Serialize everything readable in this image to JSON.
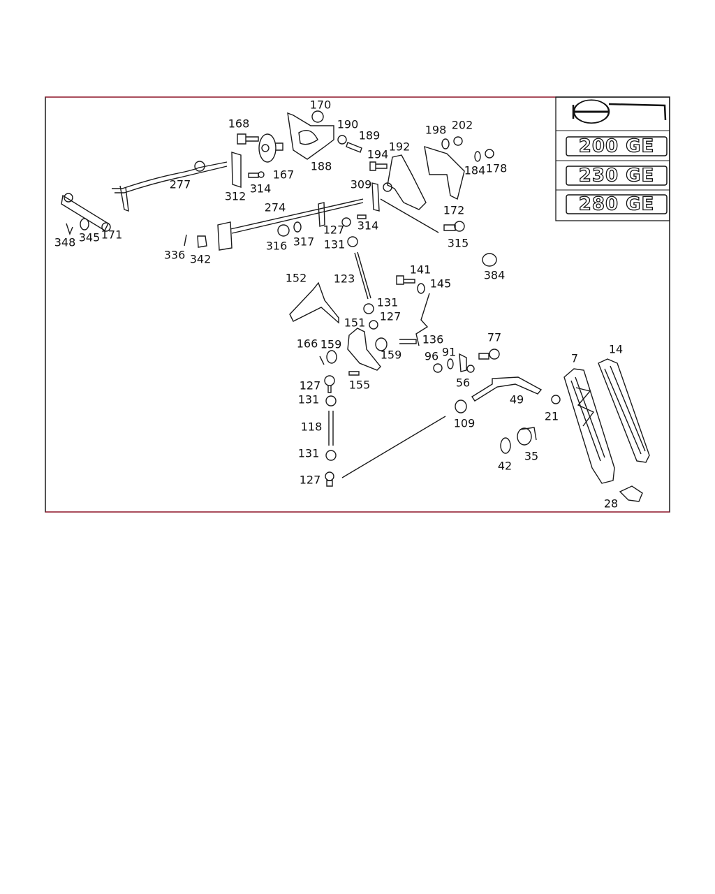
{
  "diagram": {
    "title_badges": [
      "200 GE",
      "230 GE",
      "280 GE"
    ],
    "part_numbers": [
      "170",
      "168",
      "190",
      "189",
      "198",
      "202",
      "192",
      "194",
      "184",
      "178",
      "167",
      "188",
      "277",
      "312",
      "314",
      "309",
      "274",
      "172",
      "314",
      "127",
      "131",
      "315",
      "316",
      "317",
      "348",
      "345",
      "171",
      "336",
      "342",
      "384",
      "141",
      "145",
      "152",
      "123",
      "131",
      "127",
      "151",
      "136",
      "166",
      "159",
      "159",
      "77",
      "91",
      "96",
      "56",
      "155",
      "7",
      "14",
      "127",
      "131",
      "49",
      "21",
      "109",
      "118",
      "35",
      "42",
      "131",
      "127",
      "28"
    ],
    "colors": {
      "frame": "#c8102e",
      "line": "#1a1a1a"
    }
  }
}
